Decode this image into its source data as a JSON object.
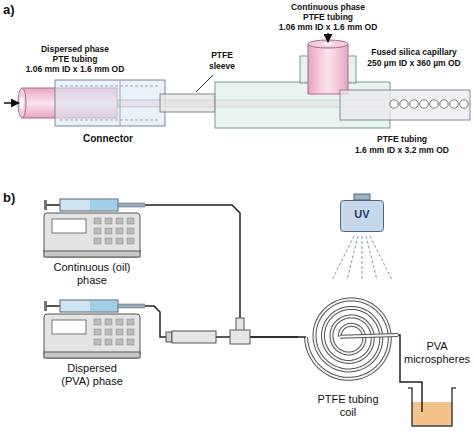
{
  "diagram": {
    "nodes": [
      {
        "text": [
          "Continuous (oil) phase"
        ]
      },
      {
        "text": [
          "UV"
        ]
      },
      {
        "text": [
          "Dispersed (PVA) phase"
        ]
      },
      {
        "text": [
          "PTFE tubing coil"
        ]
      },
      {
        "text": [
          "PVA microspheres"
        ]
      }
    ],
    "edges": [
      {
        "from": 0,
        "to": 3,
        "arrow": "none"
      },
      {
        "from": 2,
        "to": 3,
        "arrow": "none"
      },
      {
        "from": 3,
        "to": 4,
        "arrow": "none"
      }
    ],
    "labels": [
      "a)",
      "Continuous phase",
      "PTFE tubing",
      "1.06 mm ID x 1.6 mm OD",
      "Dispersed phase",
      "PTE tubing",
      "1.06 mm ID x 1.6 mm OD",
      "PTFE sleeve",
      "Fused silica capillary",
      "250 µm ID x 360 µm OD",
      "Connector",
      "PTFE tubing",
      "1.6 mm ID x 3.2 mm OD",
      "b)"
    ]
  }
}
